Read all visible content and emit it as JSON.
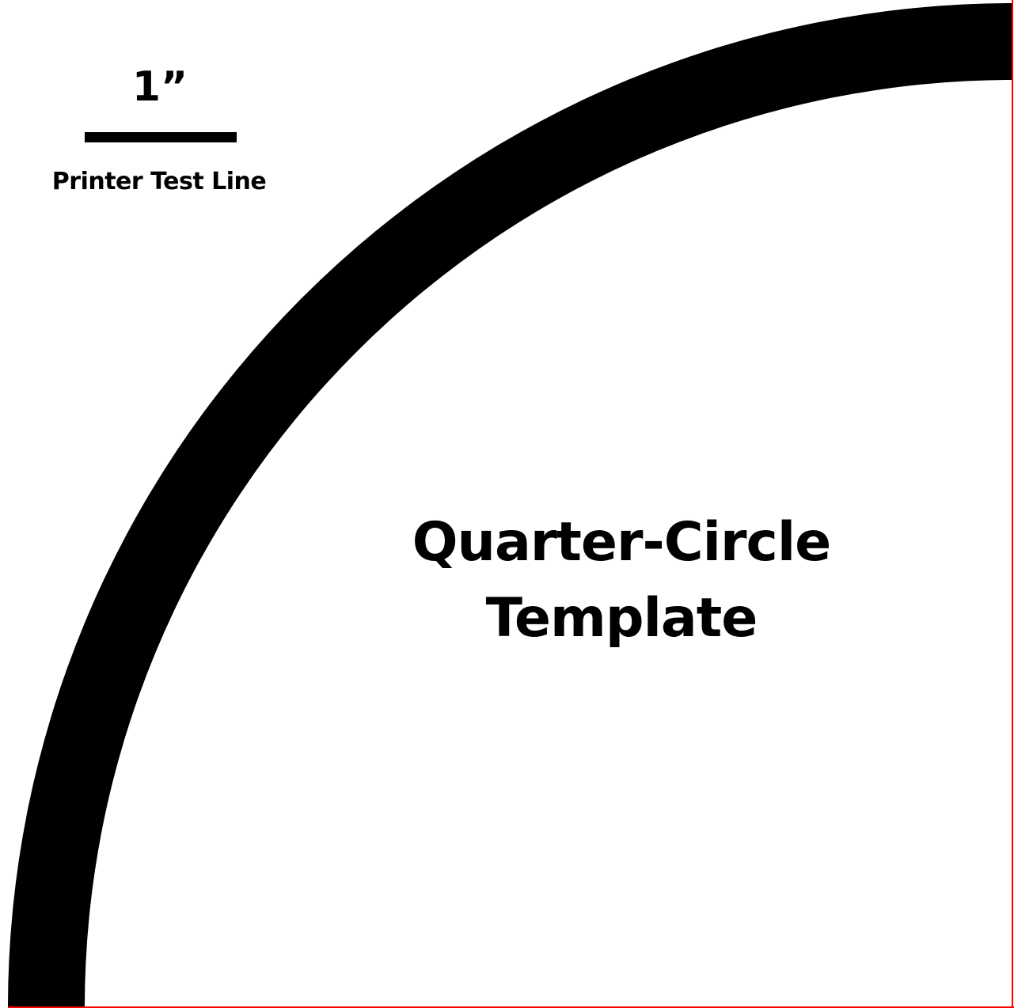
{
  "test_line": {
    "measure_label": "1”",
    "caption": "Printer Test Line"
  },
  "title": {
    "line1": "Quarter-Circle",
    "line2": "Template"
  },
  "colors": {
    "arc": "#000000",
    "cut_line": "#ff0000",
    "text": "#000000",
    "background": "#ffffff"
  }
}
